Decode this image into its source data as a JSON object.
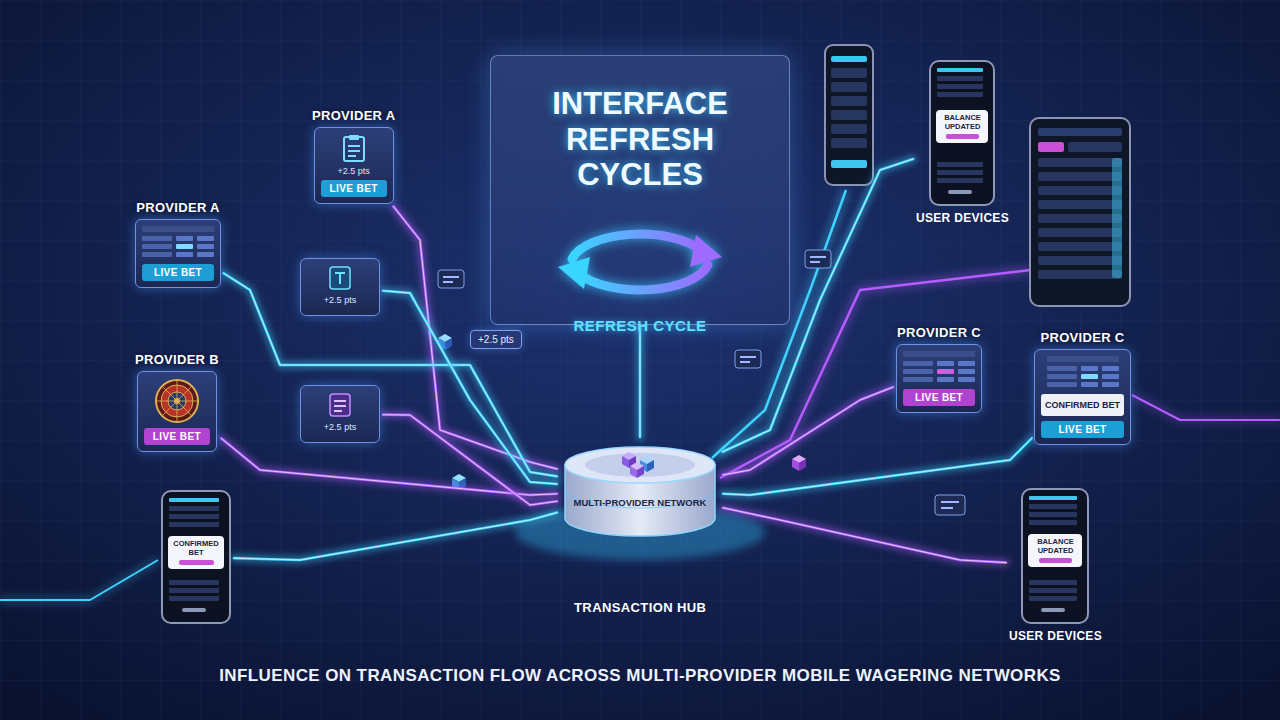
{
  "diagram": {
    "caption": "INFLUENCE ON TRANSACTION FLOW ACROSS MULTI-PROVIDER MOBILE WAGERING NETWORKS",
    "nodes": [
      {
        "text": [
          "PROVIDER A",
          "+2.5 pts",
          "LIVE BET"
        ]
      },
      {
        "text": [
          "INTERFACE REFRESH CYCLES",
          "REFRESH CYCLE"
        ]
      },
      {
        "text": [
          "BALANCE UPDATED",
          "USER DEVICES"
        ]
      },
      {
        "text": [
          "PROVIDER A",
          "LIVE BET"
        ]
      },
      {
        "text": [
          "+2.5 pts"
        ]
      },
      {
        "text": [
          "+2.5 pts"
        ]
      },
      {
        "text": [
          "PROVIDER B",
          "LIVE BET"
        ]
      },
      {
        "text": [
          "+2.5 pts"
        ]
      },
      {
        "text": [
          "MULTI-PROVIDER NETWORK"
        ]
      },
      {
        "text": [
          "PROVIDER C",
          "LIVE BET"
        ]
      },
      {
        "text": [
          "PROVIDER C",
          "CONFIRMED BET",
          "LIVE BET"
        ]
      },
      {
        "text": [
          "CONFIRMED BET"
        ]
      },
      {
        "text": [
          "BALANCE UPDATED",
          "USER DEVICES"
        ]
      }
    ],
    "edges": [
      {
        "from": 0,
        "to": 8,
        "arrow": "none"
      },
      {
        "from": 1,
        "to": 8,
        "arrow": "none"
      },
      {
        "from": 3,
        "to": 8,
        "arrow": "none"
      },
      {
        "from": 4,
        "to": 8,
        "arrow": "none"
      },
      {
        "from": 6,
        "to": 8,
        "arrow": "none"
      },
      {
        "from": 7,
        "to": 8,
        "arrow": "none"
      },
      {
        "from": 11,
        "to": 8,
        "arrow": "none"
      },
      {
        "from": 9,
        "to": 8,
        "arrow": "none"
      },
      {
        "from": 10,
        "to": 8,
        "arrow": "none"
      },
      {
        "from": 8,
        "to": 2,
        "arrow": "none"
      },
      {
        "from": 8,
        "to": 12,
        "arrow": "none"
      }
    ],
    "labels": [
      "TRANSACTION HUB"
    ]
  }
}
